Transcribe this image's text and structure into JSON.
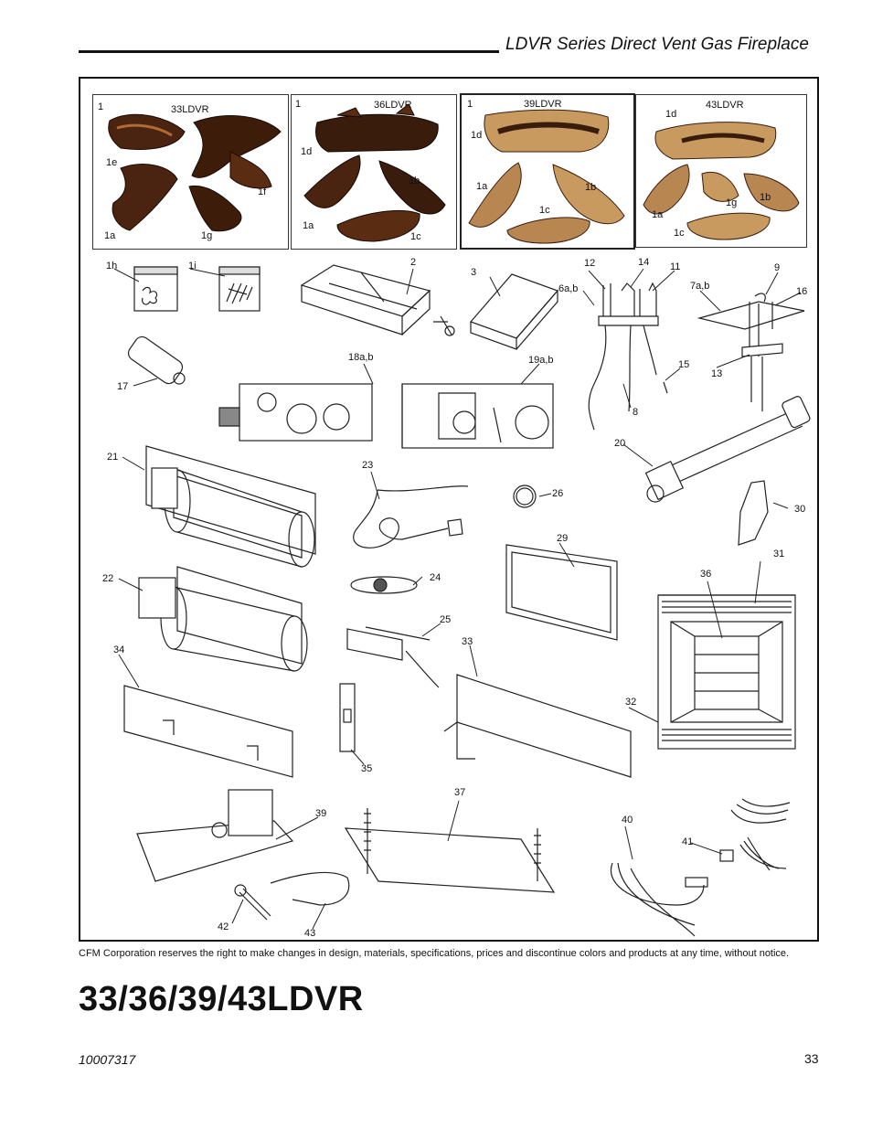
{
  "header": {
    "title": "LDVR Series Direct Vent Gas Fireplace"
  },
  "log_sets": [
    {
      "model": "33LDVR",
      "set_number": "1",
      "parts": [
        "1e",
        "1f",
        "1a",
        "1g"
      ]
    },
    {
      "model": "36LDVR",
      "set_number": "1",
      "parts": [
        "1d",
        "1b",
        "1a",
        "1c"
      ]
    },
    {
      "model": "39LDVR",
      "set_number": "1",
      "parts": [
        "1d",
        "1a",
        "1b",
        "1c"
      ]
    },
    {
      "model": "43LDVR",
      "parts": [
        "1d",
        "1g",
        "1b",
        "1a",
        "1c"
      ]
    }
  ],
  "callouts": {
    "c1h": "1h",
    "c1i": "1i",
    "c2": "2",
    "c3": "3",
    "c6ab": "6a,b",
    "c12": "12",
    "c14": "14",
    "c11": "11",
    "c9": "9",
    "c7ab": "7a,b",
    "c16": "16",
    "c17": "17",
    "c18ab": "18a,b",
    "c19ab": "19a,b",
    "c15": "15",
    "c13": "13",
    "c8": "8",
    "c20": "20",
    "c21": "21",
    "c23": "23",
    "c26": "26",
    "c30": "30",
    "c29": "29",
    "c31": "31",
    "c22": "22",
    "c24": "24",
    "c36": "36",
    "c25": "25",
    "c34": "34",
    "c33": "33",
    "c32": "32",
    "c35": "35",
    "c37": "37",
    "c39": "39",
    "c40": "40",
    "c41": "41",
    "c42": "42",
    "c43": "43"
  },
  "footer": {
    "disclaimer": "CFM Corporation reserves the right to make changes in design, materials, specifications, prices and discontinue colors and products at any time, without notice.",
    "models_title": "33/36/39/43LDVR",
    "document_number": "10007317",
    "page_number": "33"
  },
  "colors": {
    "log_dark": "#3a1c0c",
    "log_mid": "#8a4a22",
    "log_light": "#c89a60",
    "line": "#222222"
  }
}
